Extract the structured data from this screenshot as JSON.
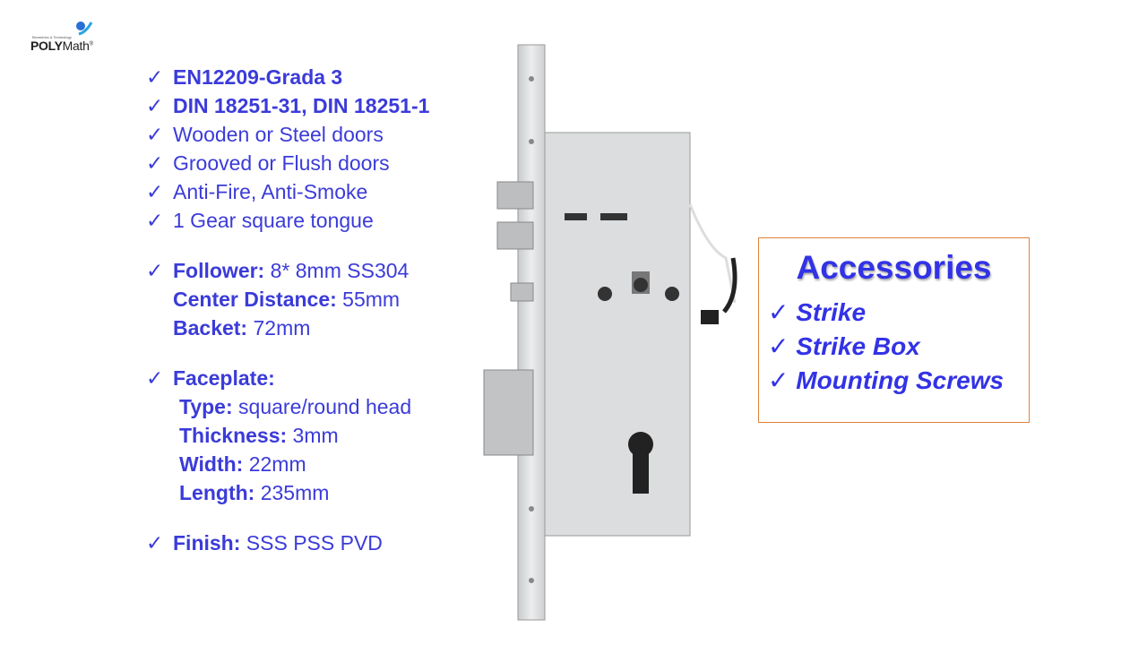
{
  "logo": {
    "tagline": "Biometrics & Technology",
    "name_bold": "POLY",
    "name_rest": "Math",
    "reg": "®"
  },
  "check": "✓",
  "specs": [
    {
      "label": "EN12209-Grada 3",
      "value": ""
    },
    {
      "label": "DIN 18251-31, DIN 18251-1",
      "value": ""
    },
    {
      "label": "",
      "value": "Wooden or Steel doors"
    },
    {
      "label": "",
      "value": "Grooved or Flush doors"
    },
    {
      "label": "",
      "value": "Anti-Fire, Anti-Smoke"
    },
    {
      "label": "",
      "value": "1 Gear square tongue"
    }
  ],
  "follower": {
    "label": "Follower:",
    "value": " 8* 8mm SS304",
    "center_label": "Center Distance:",
    "center_value": " 55mm",
    "backet_label": "Backet:",
    "backet_value": " 72mm"
  },
  "faceplate": {
    "label": "Faceplate:",
    "type_label": "Type:",
    "type_value": " square/round head",
    "thickness_label": "Thickness:",
    "thickness_value": " 3mm",
    "width_label": "Width:",
    "width_value": " 22mm",
    "length_label": "Length:",
    "length_value": " 235mm"
  },
  "finish": {
    "label": "Finish:",
    "value": " SSS PSS PVD"
  },
  "accessories": {
    "title": "Accessories",
    "items": [
      "Strike",
      "Strike Box",
      "Mounting Screws"
    ]
  }
}
